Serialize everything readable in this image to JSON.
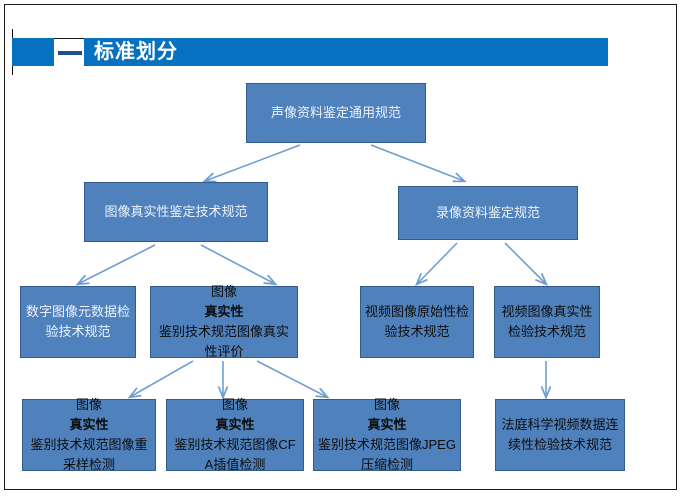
{
  "slide": {
    "header": {
      "title": "标准划分",
      "band_color": "#0671bf",
      "dash_color": "#1f4e91",
      "title_color": "#ffffff"
    },
    "theme": {
      "node_fill": "#4f81bd",
      "node_border": "#355b8c",
      "arrow_color": "#6f9fd1",
      "page_border": "#1a1a1a"
    }
  },
  "chart_data": {
    "type": "diagram",
    "title": "标准划分",
    "orientation": "top-down-tree",
    "levels": 4,
    "nodes": [
      {
        "id": "n0",
        "level": 0,
        "text": "声像资料鉴定通用规范",
        "text_style": "light"
      },
      {
        "id": "n1",
        "level": 1,
        "text": "图像真实性鉴定技术规范",
        "text_style": "light"
      },
      {
        "id": "n2",
        "level": 1,
        "text": "录像资料鉴定规范",
        "text_style": "light"
      },
      {
        "id": "n3",
        "level": 2,
        "text": "数字图像元数据检验技术规范",
        "text_style": "light"
      },
      {
        "id": "n4",
        "level": 2,
        "text_runs": [
          {
            "t": "图像",
            "b": false
          },
          {
            "t": "真实性",
            "b": true
          },
          {
            "t": "鉴别技术规范图像真实性评价",
            "b": false
          }
        ],
        "text": "图像真实性鉴别技术规范图像真实性评价",
        "text_style": "dark"
      },
      {
        "id": "n5",
        "level": 2,
        "text": "视频图像原始性检验技术规范",
        "text_style": "dark"
      },
      {
        "id": "n6",
        "level": 2,
        "text": "视频图像真实性检验技术规范",
        "text_style": "dark"
      },
      {
        "id": "n7",
        "level": 3,
        "text_runs": [
          {
            "t": "图像",
            "b": false
          },
          {
            "t": "真实性",
            "b": true
          },
          {
            "t": "鉴别技术规范图像重采样检测",
            "b": false
          }
        ],
        "text": "图像真实性鉴别技术规范图像重采样检测",
        "text_style": "dark"
      },
      {
        "id": "n8",
        "level": 3,
        "text_runs": [
          {
            "t": "图像",
            "b": false
          },
          {
            "t": "真实性",
            "b": true
          },
          {
            "t": "鉴别技术规范图像CFA插值检测",
            "b": false
          }
        ],
        "text": "图像真实性鉴别技术规范图像CFA插值检测",
        "text_style": "dark"
      },
      {
        "id": "n9",
        "level": 3,
        "text_runs": [
          {
            "t": "图像",
            "b": false
          },
          {
            "t": "真实性",
            "b": true
          },
          {
            "t": "鉴别技术规范图像JPEG压缩检测",
            "b": false
          }
        ],
        "text": "图像真实性鉴别技术规范图像JPEG压缩检测",
        "text_style": "dark"
      },
      {
        "id": "n10",
        "level": 3,
        "text": "法庭科学视频数据连续性检验技术规范",
        "text_style": "dark"
      }
    ],
    "edges": [
      {
        "from": "n0",
        "to": "n1"
      },
      {
        "from": "n0",
        "to": "n2"
      },
      {
        "from": "n1",
        "to": "n3"
      },
      {
        "from": "n1",
        "to": "n4"
      },
      {
        "from": "n2",
        "to": "n5"
      },
      {
        "from": "n2",
        "to": "n6"
      },
      {
        "from": "n4",
        "to": "n7"
      },
      {
        "from": "n4",
        "to": "n8"
      },
      {
        "from": "n4",
        "to": "n9"
      },
      {
        "from": "n6",
        "to": "n10"
      }
    ]
  }
}
